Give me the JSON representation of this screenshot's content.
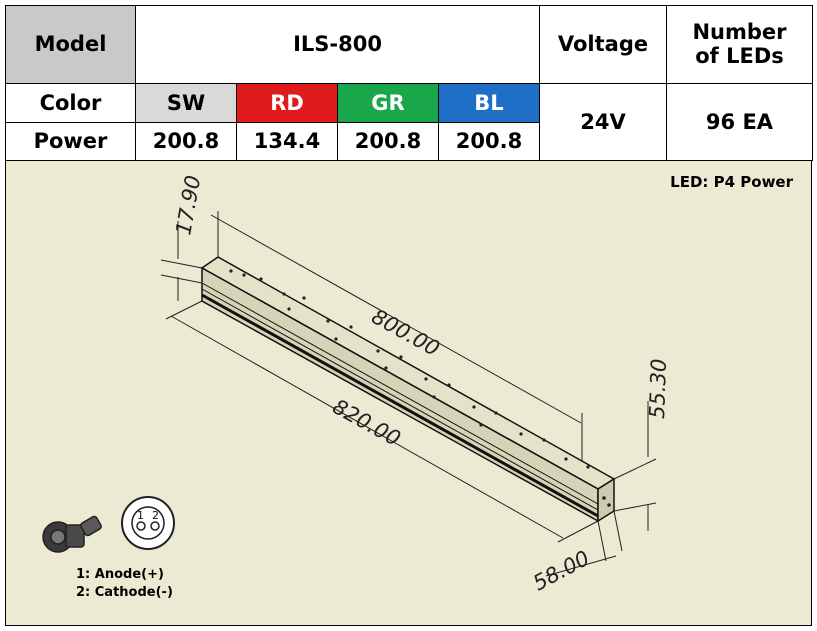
{
  "table": {
    "model_label": "Model",
    "model_value": "ILS-800",
    "voltage_label": "Voltage",
    "leds_label_line1": "Number",
    "leds_label_line2": "of LEDs",
    "color_label": "Color",
    "power_label": "Power",
    "colors": [
      {
        "name": "SW",
        "power": "200.8"
      },
      {
        "name": "RD",
        "power": "134.4"
      },
      {
        "name": "GR",
        "power": "200.8"
      },
      {
        "name": "BL",
        "power": "200.8"
      }
    ],
    "voltage_value": "24V",
    "leds_value": "96 EA"
  },
  "drawing": {
    "led_note": "LED: P4 Power",
    "dims": {
      "height": "17.90",
      "inner_length": "800.00",
      "total_length": "820.00",
      "depth": "55.30",
      "width": "58.00"
    },
    "pins": {
      "anode": "1: Anode(+)",
      "cathode": "2: Cathode(-)"
    },
    "connector_pin1": "1",
    "connector_pin2": "2"
  },
  "colors": {
    "drawing_bg": "#ecead2",
    "header_gray": "#c9c9c9",
    "sw": "#d9d9d9",
    "rd": "#e01b1b",
    "gr": "#1aa64a",
    "bl": "#1f6fc7"
  }
}
